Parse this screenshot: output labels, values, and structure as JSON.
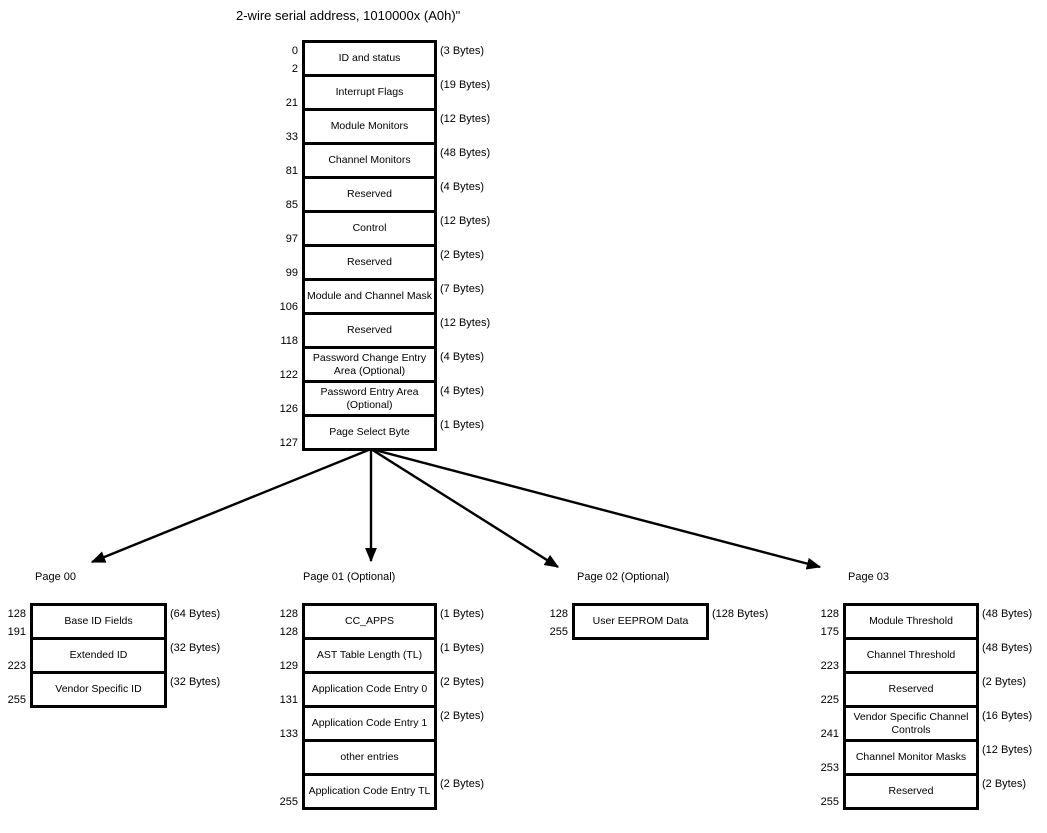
{
  "title": "2-wire serial address, 1010000x (A0h)\"",
  "colors": {
    "line": "#000000",
    "background": "#ffffff",
    "text": "#000000"
  },
  "main_table": {
    "start_address": "0",
    "rows": [
      {
        "label": "ID and status",
        "end": "2",
        "bytes": "(3 Bytes)"
      },
      {
        "label": "Interrupt Flags",
        "end": "21",
        "bytes": "(19 Bytes)"
      },
      {
        "label": "Module Monitors",
        "end": "33",
        "bytes": "(12 Bytes)"
      },
      {
        "label": "Channel Monitors",
        "end": "81",
        "bytes": "(48 Bytes)"
      },
      {
        "label": "Reserved",
        "end": "85",
        "bytes": "(4 Bytes)"
      },
      {
        "label": "Control",
        "end": "97",
        "bytes": "(12 Bytes)"
      },
      {
        "label": "Reserved",
        "end": "99",
        "bytes": "(2 Bytes)"
      },
      {
        "label": "Module  and Channel Mask",
        "end": "106",
        "bytes": "(7 Bytes)"
      },
      {
        "label": "Reserved",
        "end": "118",
        "bytes": "(12 Bytes)"
      },
      {
        "label": "Password Change Entry Area (Optional)",
        "end": "122",
        "bytes": "(4 Bytes)"
      },
      {
        "label": "Password Entry Area (Optional)",
        "end": "126",
        "bytes": "(4 Bytes)"
      },
      {
        "label": "Page Select Byte",
        "end": "127",
        "bytes": "(1 Bytes)"
      }
    ]
  },
  "pages": [
    {
      "name": "Page 00",
      "start_address": "128",
      "rows": [
        {
          "label": "Base ID Fields",
          "end": "191",
          "bytes": "(64 Bytes)"
        },
        {
          "label": "Extended ID",
          "end": "223",
          "bytes": "(32 Bytes)"
        },
        {
          "label": "Vendor Specific ID",
          "end": "255",
          "bytes": "(32 Bytes)"
        }
      ]
    },
    {
      "name": "Page 01 (Optional)",
      "start_address": "128",
      "rows": [
        {
          "label": "CC_APPS",
          "end": "128",
          "bytes": "(1 Bytes)"
        },
        {
          "label": "AST Table Length (TL)",
          "end": "129",
          "bytes": "(1 Bytes)"
        },
        {
          "label": "Application Code Entry 0",
          "end": "131",
          "bytes": "(2 Bytes)"
        },
        {
          "label": "Application Code Entry 1",
          "end": "133",
          "bytes": "(2 Bytes)"
        },
        {
          "label": "other entries",
          "end": null,
          "bytes": null
        },
        {
          "label": "Application Code Entry TL",
          "end": "255",
          "bytes": "(2 Bytes)"
        }
      ]
    },
    {
      "name": "Page 02 (Optional)",
      "start_address": "128",
      "rows": [
        {
          "label": "User EEPROM Data",
          "end": "255",
          "bytes": "(128 Bytes)"
        }
      ]
    },
    {
      "name": "Page 03",
      "start_address": "128",
      "rows": [
        {
          "label": "Module Threshold",
          "end": "175",
          "bytes": "(48 Bytes)"
        },
        {
          "label": "Channel Threshold",
          "end": "223",
          "bytes": "(48 Bytes)"
        },
        {
          "label": "Reserved",
          "end": "225",
          "bytes": "(2 Bytes)"
        },
        {
          "label": "Vendor Specific Channel Controls",
          "end": "241",
          "bytes": "(16 Bytes)"
        },
        {
          "label": "Channel Monitor Masks",
          "end": "253",
          "bytes": "(12 Bytes)"
        },
        {
          "label": "Reserved",
          "end": "255",
          "bytes": "(2 Bytes)"
        }
      ]
    }
  ]
}
